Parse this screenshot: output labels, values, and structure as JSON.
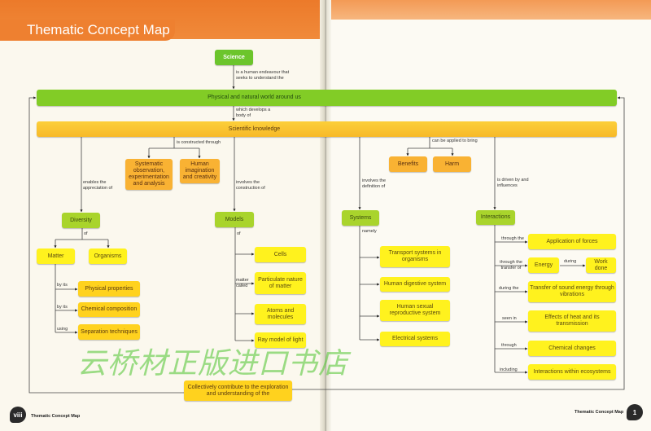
{
  "header": {
    "title": "Thematic Concept Map"
  },
  "nodes": {
    "science": "Science",
    "physical_world": "Physical and natural world around us",
    "scientific_knowledge": "Scientific knowledge",
    "systematic": "Systematic observation, experimentation and analysis",
    "imagination": "Human imagination and creativity",
    "diversity": "Diversity",
    "matter": "Matter",
    "organisms": "Organisms",
    "physical_properties": "Physical properties",
    "chemical_composition": "Chemical composition",
    "separation": "Separation techniques",
    "models": "Models",
    "cells": "Cells",
    "particulate": "Particulate nature of matter",
    "atoms": "Atoms and molecules",
    "ray": "Ray model of light",
    "collectively": "Collectively contribute to the exploration and understanding of the",
    "benefits": "Benefits",
    "harm": "Harm",
    "systems": "Systems",
    "transport": "Transport systems in organisms",
    "digestive": "Human digestive system",
    "reproductive": "Human sexual reproductive system",
    "electrical": "Electrical systems",
    "interactions": "Interactions",
    "forces": "Application of forces",
    "energy": "Energy",
    "work": "Work done",
    "sound": "Transfer of sound energy through vibrations",
    "heat": "Effects of heat and its transmission",
    "chemical_changes": "Chemical changes",
    "ecosystems": "Interactions within ecosystems"
  },
  "links": {
    "endeavour": "is a human endeavour that seeks to understand the",
    "develops": "which develops a body of",
    "constructed": "is constructed through",
    "enables": "enables the appreciation of",
    "construction": "involves the construction of",
    "of1": "of",
    "of2": "of",
    "by_its1": "by its",
    "by_its2": "by its",
    "using": "using",
    "matter_called": "matter called",
    "applied": "can be applied to bring",
    "definition": "involves the definition of",
    "namely": "namely",
    "driven": "is driven by and influences",
    "through_the": "through the",
    "transfer_of": "through the transfer of",
    "during": "during",
    "during_the": "during the",
    "seen_in": "seen in",
    "through": "through",
    "including": "including"
  },
  "footer": {
    "left_page": "viii",
    "left_title": "Thematic Concept Map",
    "right_page": "1",
    "right_title": "Thematic Concept Map"
  },
  "watermark": "云桥材正版进口书店"
}
